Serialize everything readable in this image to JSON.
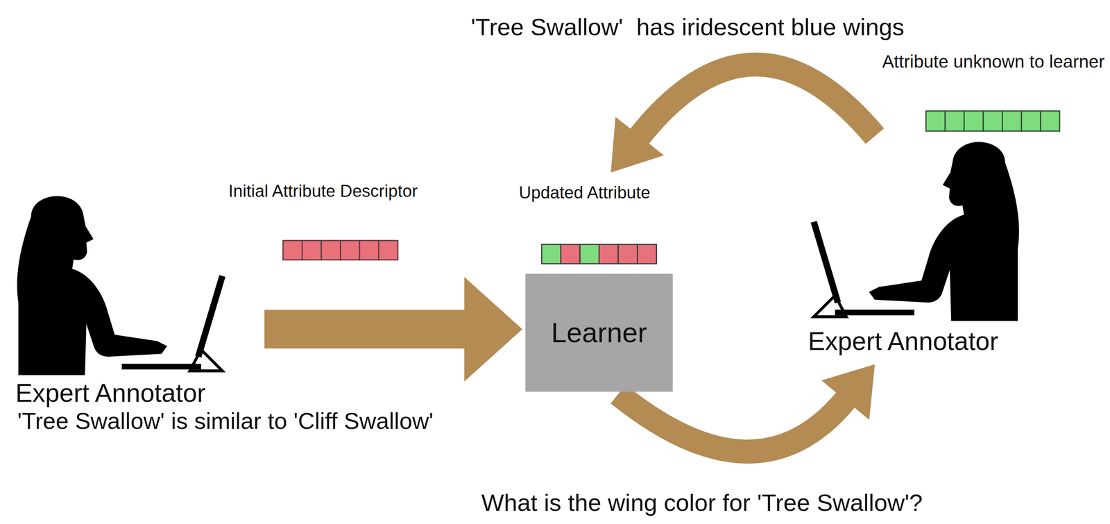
{
  "diagram": {
    "nodes": [
      {
        "text": [
          "Expert Annotator"
        ]
      },
      {
        "text": [
          "Learner"
        ]
      },
      {
        "text": [
          "Expert Annotator"
        ]
      }
    ],
    "edges": [
      {
        "from": 0,
        "to": 1,
        "arrow": "to"
      },
      {
        "from": 1,
        "to": 2,
        "arrow": "to"
      },
      {
        "from": 2,
        "to": 1,
        "arrow": "to"
      }
    ],
    "labels": [
      "'Tree Swallow'  has iridescent blue wings",
      "Attribute unknown to learner",
      "Initial Attribute Descriptor",
      "Updated Attribute",
      "'Tree Swallow' is similar to 'Cliff Swallow'",
      "What is the wing color for 'Tree Swallow'?"
    ]
  }
}
